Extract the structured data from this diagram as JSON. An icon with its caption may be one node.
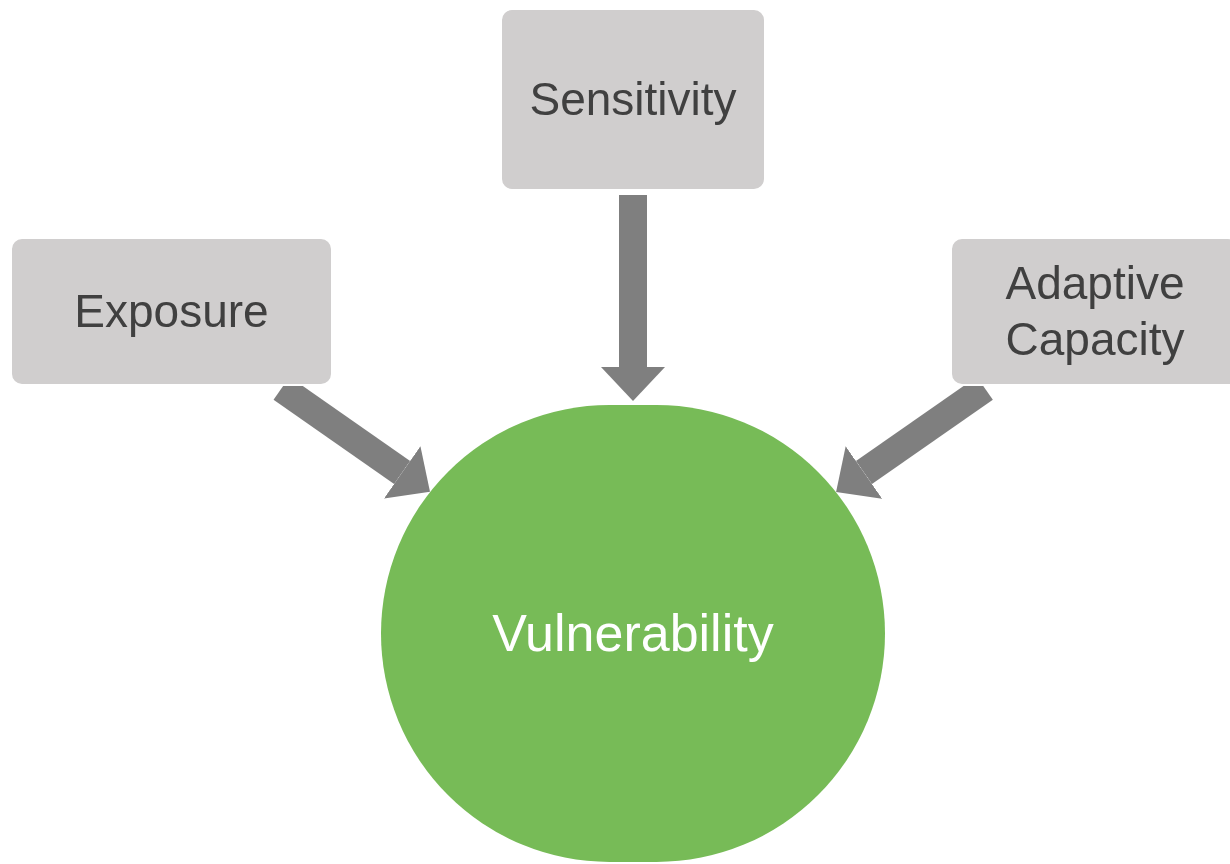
{
  "diagram": {
    "nodes": [
      {
        "text": [
          "Sensitivity"
        ]
      },
      {
        "text": [
          "Exposure"
        ]
      },
      {
        "text": [
          "Adaptive Capacity"
        ]
      },
      {
        "text": [
          "Vulnerability"
        ]
      }
    ],
    "edges": [
      {
        "from": 0,
        "to": 3,
        "arrow": "to"
      },
      {
        "from": 1,
        "to": 3,
        "arrow": "to"
      },
      {
        "from": 2,
        "to": 3,
        "arrow": "to"
      }
    ]
  }
}
